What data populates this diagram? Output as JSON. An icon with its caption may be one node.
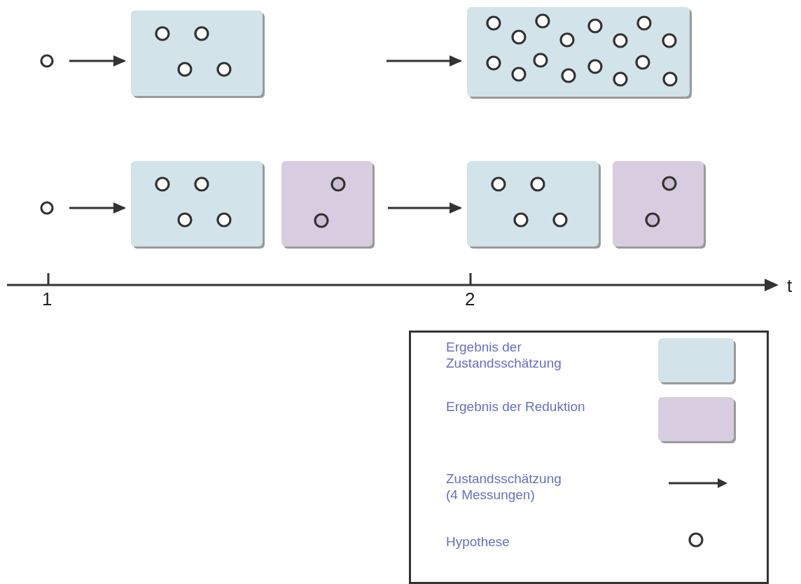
{
  "diagram": {
    "nodes": [
      {
        "text": [],
        "shape": "circle"
      },
      {
        "text": [],
        "shape": "box"
      },
      {
        "text": [],
        "shape": "circle",
        "in": 1
      },
      {
        "text": [],
        "shape": "circle",
        "in": 1
      },
      {
        "text": [],
        "shape": "circle",
        "in": 1
      },
      {
        "text": [],
        "shape": "circle",
        "in": 1
      },
      {
        "text": [],
        "shape": "box"
      },
      {
        "text": [],
        "shape": "circle",
        "in": 6
      },
      {
        "text": [],
        "shape": "circle",
        "in": 6
      },
      {
        "text": [],
        "shape": "circle",
        "in": 6
      },
      {
        "text": [],
        "shape": "circle",
        "in": 6
      },
      {
        "text": [],
        "shape": "circle",
        "in": 6
      },
      {
        "text": [],
        "shape": "circle",
        "in": 6
      },
      {
        "text": [],
        "shape": "circle",
        "in": 6
      },
      {
        "text": [],
        "shape": "circle",
        "in": 6
      },
      {
        "text": [],
        "shape": "circle",
        "in": 6
      },
      {
        "text": [],
        "shape": "circle",
        "in": 6
      },
      {
        "text": [],
        "shape": "circle",
        "in": 6
      },
      {
        "text": [],
        "shape": "circle",
        "in": 6
      },
      {
        "text": [],
        "shape": "circle",
        "in": 6
      },
      {
        "text": [],
        "shape": "circle",
        "in": 6
      },
      {
        "text": [],
        "shape": "circle",
        "in": 6
      },
      {
        "text": [],
        "shape": "circle",
        "in": 6
      },
      {
        "text": [],
        "shape": "circle"
      },
      {
        "text": [],
        "shape": "box"
      },
      {
        "text": [],
        "shape": "circle",
        "in": 24
      },
      {
        "text": [],
        "shape": "circle",
        "in": 24
      },
      {
        "text": [],
        "shape": "circle",
        "in": 24
      },
      {
        "text": [],
        "shape": "circle",
        "in": 24
      },
      {
        "text": [],
        "shape": "box"
      },
      {
        "text": [],
        "shape": "circle",
        "in": 29
      },
      {
        "text": [],
        "shape": "circle",
        "in": 29
      },
      {
        "text": [],
        "shape": "box"
      },
      {
        "text": [],
        "shape": "circle",
        "in": 32
      },
      {
        "text": [],
        "shape": "circle",
        "in": 32
      },
      {
        "text": [],
        "shape": "circle",
        "in": 32
      },
      {
        "text": [],
        "shape": "circle",
        "in": 32
      },
      {
        "text": [],
        "shape": "box"
      },
      {
        "text": [],
        "shape": "circle",
        "in": 37
      },
      {
        "text": [],
        "shape": "circle",
        "in": 37
      }
    ],
    "edges": [
      {
        "from": 0,
        "to": 1,
        "arrow": "to"
      },
      {
        "from": null,
        "to": 6,
        "arrow": "to"
      },
      {
        "from": 23,
        "to": 24,
        "arrow": "to"
      },
      {
        "from": 29,
        "to": 32,
        "arrow": "to"
      }
    ],
    "labels": [
      "1",
      "2",
      "t"
    ],
    "legend": [
      {
        "text": "Ergebnis der Zustandsschätzung",
        "color": "#d2e3ea"
      },
      {
        "text": "Ergebnis der Reduktion",
        "color": "#d8cde0"
      },
      {
        "text": "Zustandsschätzung (4 Messungen)"
      },
      {
        "text": "Hypothese"
      }
    ]
  }
}
